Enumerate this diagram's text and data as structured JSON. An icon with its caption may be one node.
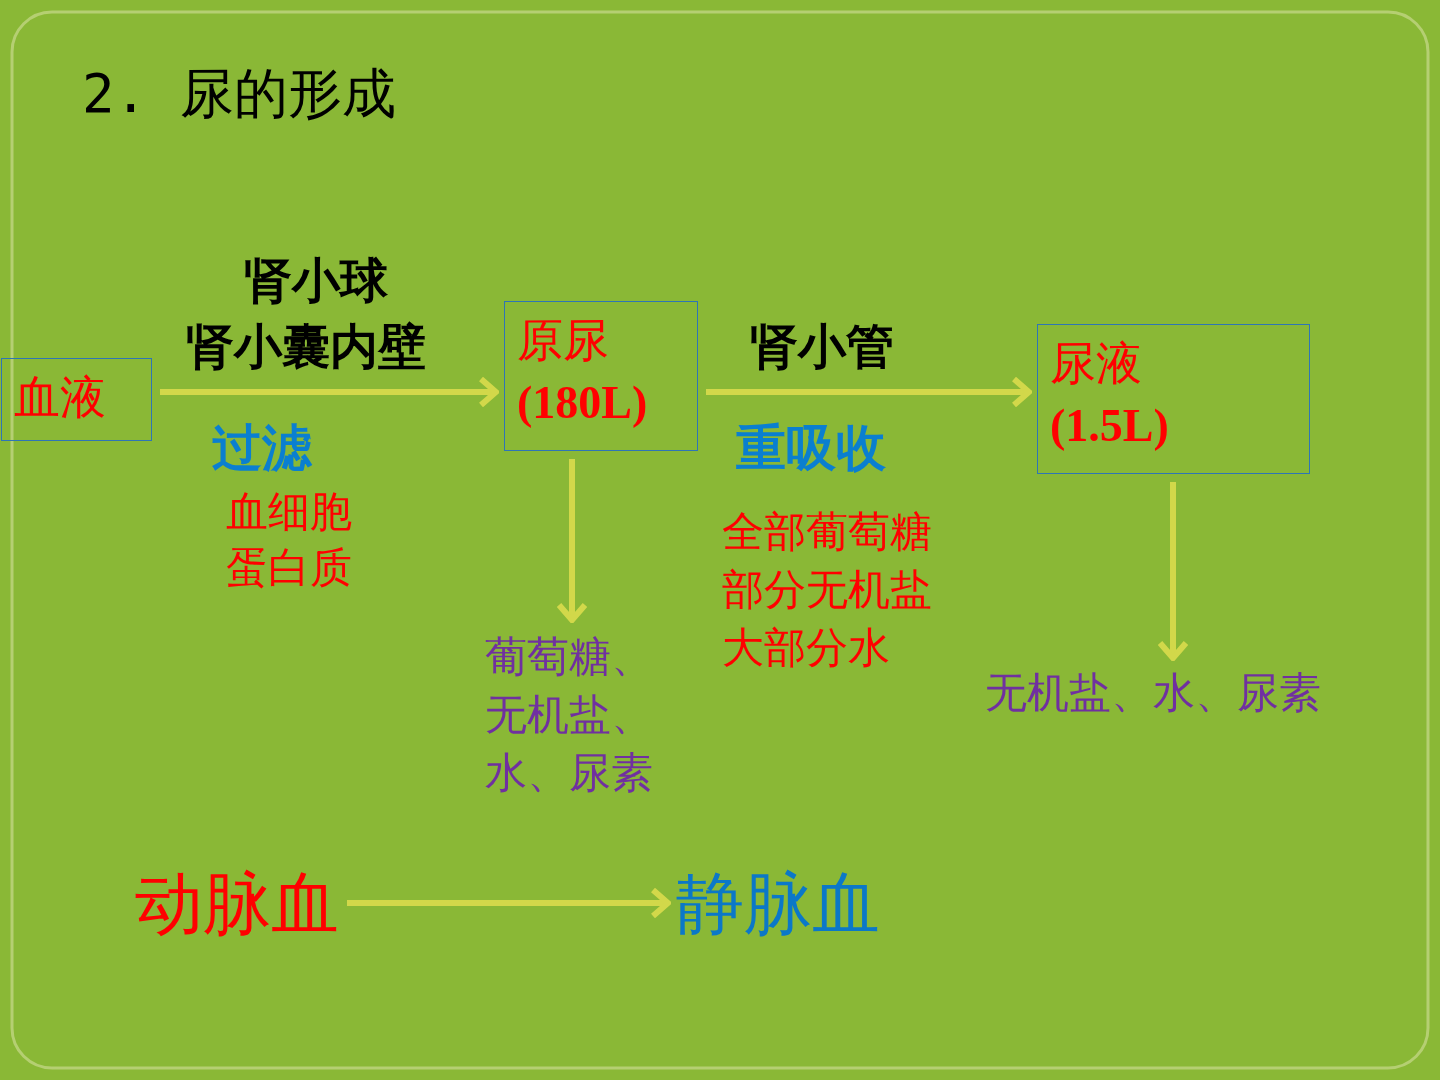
{
  "diagram": {
    "title": "2. 尿的形成",
    "nodes": [
      {
        "text": [
          "血液"
        ]
      },
      {
        "text": [
          "原尿",
          "(180L)"
        ]
      },
      {
        "text": [
          "尿液",
          "(1.5L)"
        ]
      },
      {
        "text": [
          "葡萄糖、无机盐、水、尿素"
        ]
      },
      {
        "text": [
          "无机盐、水、尿素"
        ]
      },
      {
        "text": [
          "动脉血"
        ]
      },
      {
        "text": [
          "静脉血"
        ]
      }
    ],
    "edges": [
      {
        "from": 0,
        "to": 1,
        "arrow": "to",
        "label": "过滤"
      },
      {
        "from": 1,
        "to": 2,
        "arrow": "to",
        "label": "重吸收"
      },
      {
        "from": 1,
        "to": 3,
        "arrow": "to"
      },
      {
        "from": 2,
        "to": 4,
        "arrow": "to"
      },
      {
        "from": 5,
        "to": 6,
        "arrow": "to"
      }
    ],
    "labels": [
      "肾小球",
      "肾小囊内壁",
      "血细胞",
      "蛋白质",
      "肾小管",
      "全部葡萄糖",
      "部分无机盐",
      "大部分水"
    ]
  }
}
